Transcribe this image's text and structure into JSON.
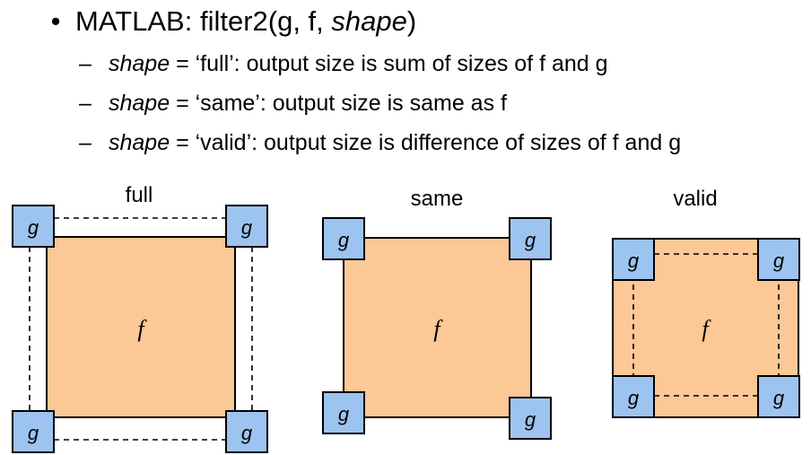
{
  "bullet": {
    "marker": "•",
    "prefix": "MATLAB: filter2(g, f, ",
    "shape_word": "shape",
    "suffix": ")"
  },
  "options": [
    {
      "dash": "–",
      "word": "shape",
      "rest": " = ‘full’: output size is sum of sizes of f and g"
    },
    {
      "dash": "–",
      "word": "shape",
      "rest": " = ‘same’: output size is same as f"
    },
    {
      "dash": "–",
      "word": "shape",
      "rest": " = ‘valid’: output size is difference of sizes of f and g"
    }
  ],
  "diagrams": {
    "full": {
      "title": "full",
      "f_label": "f",
      "g_label": "g"
    },
    "same": {
      "title": "same",
      "f_label": "f",
      "g_label": "g"
    },
    "valid": {
      "title": "valid",
      "f_label": "f",
      "g_label": "g"
    }
  },
  "colors": {
    "f_fill": "#fbc896",
    "g_fill": "#9dc3f0"
  }
}
